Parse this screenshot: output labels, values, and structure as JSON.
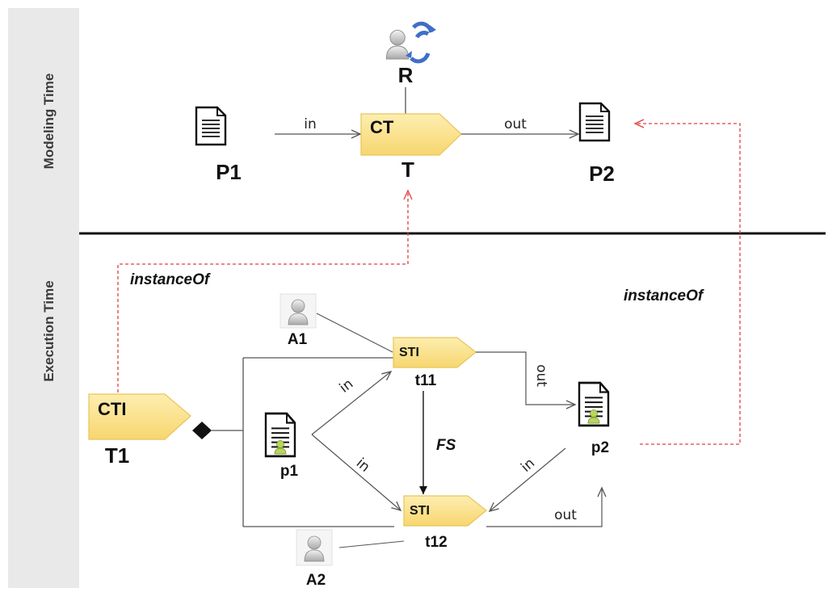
{
  "lanes": {
    "top": "Modeling Time",
    "bottom": "Execution Time"
  },
  "modeling": {
    "p1": "P1",
    "p2": "P2",
    "task_tag": "CT",
    "task_label": "T",
    "role_label": "R",
    "edge_in": "in",
    "edge_out": "out"
  },
  "execution": {
    "cti_tag": "CTI",
    "cti_label": "T1",
    "a1": "A1",
    "a2": "A2",
    "sti1_tag": "STI",
    "sti1_label": "t11",
    "sti2_tag": "STI",
    "sti2_label": "t12",
    "p1": "p1",
    "p2": "p2",
    "edge_in_top": "in",
    "edge_in_bottom": "in",
    "edge_in_right": "in",
    "edge_out_top": "out",
    "edge_out_bottom": "out",
    "fs": "FS",
    "instance_left": "instanceOf",
    "instance_right": "instanceOf"
  },
  "colors": {
    "task_fill": "#fbe08a",
    "task_stroke": "#e7c55a",
    "dotted": "#e04040",
    "lane_bg": "#e9e9e9"
  }
}
